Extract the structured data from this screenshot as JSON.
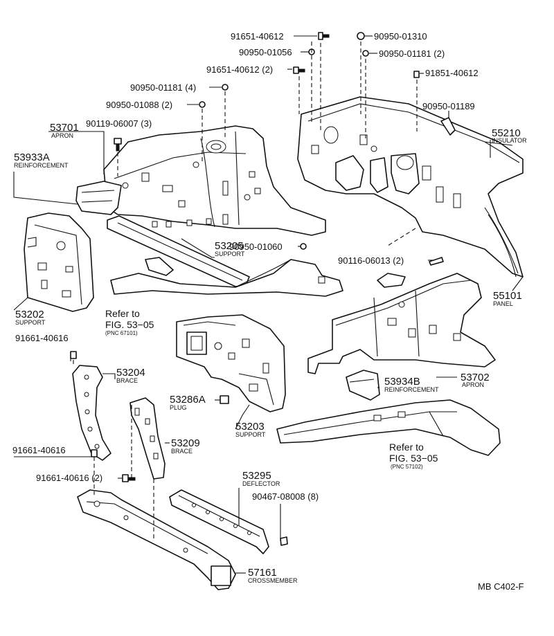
{
  "callouts": {
    "bolt_91651_40612_top": "91651-40612",
    "nut_90950_01310": "90950-01310",
    "clip_90950_01056": "90950-01056",
    "clip_90950_01181_2": "90950-01181 (2)",
    "bolt_91651_40612_2": "91651-40612 (2)",
    "bolt_91851_40612": "91851-40612",
    "clip_90950_01181_4": "90950-01181 (4)",
    "clip_90950_01088_2": "90950-01088 (2)",
    "plug_90950_01189": "90950-01189",
    "bolt_90119_06007_3": "90119-06007 (3)",
    "clip_90950_01060": "90950-01060",
    "bolt_90116_06013_2": "90116-06013 (2)",
    "bolt_91661_40616_a": "91661-40616",
    "bolt_91661_40616_b": "91661-40616",
    "bolt_91661_40616_2": "91661-40616 (2)",
    "screw_90467_08008_8": "90467-08008 (8)"
  },
  "parts": {
    "p53701": {
      "code": "53701",
      "name": "APRON"
    },
    "p53933A": {
      "code": "53933A",
      "name": "REINFORCEMENT"
    },
    "p55210": {
      "code": "55210",
      "name": "INSULATOR"
    },
    "p53205": {
      "code": "53205",
      "name": "SUPPORT"
    },
    "p55101": {
      "code": "55101",
      "name": "PANEL"
    },
    "p53202": {
      "code": "53202",
      "name": "SUPPORT"
    },
    "p53204": {
      "code": "53204",
      "name": "BRACE"
    },
    "p53934B": {
      "code": "53934B",
      "name": "REINFORCEMENT"
    },
    "p53702": {
      "code": "53702",
      "name": "APRON"
    },
    "p53286A": {
      "code": "53286A",
      "name": "PLUG"
    },
    "p53203": {
      "code": "53203",
      "name": "SUPPORT"
    },
    "p53209": {
      "code": "53209",
      "name": "BRACE"
    },
    "p53295": {
      "code": "53295",
      "name": "DEFLECTOR"
    },
    "p57161": {
      "code": "57161",
      "name": "CROSSMEMBER"
    }
  },
  "references": {
    "left": {
      "line1": "Refer to",
      "line2": "FIG. 53−05",
      "pnc": "(PNC 67101)"
    },
    "right": {
      "line1": "Refer to",
      "line2": "FIG. 53−05",
      "pnc": "(PNC 57102)"
    }
  },
  "figure_id": "MB C402-F"
}
